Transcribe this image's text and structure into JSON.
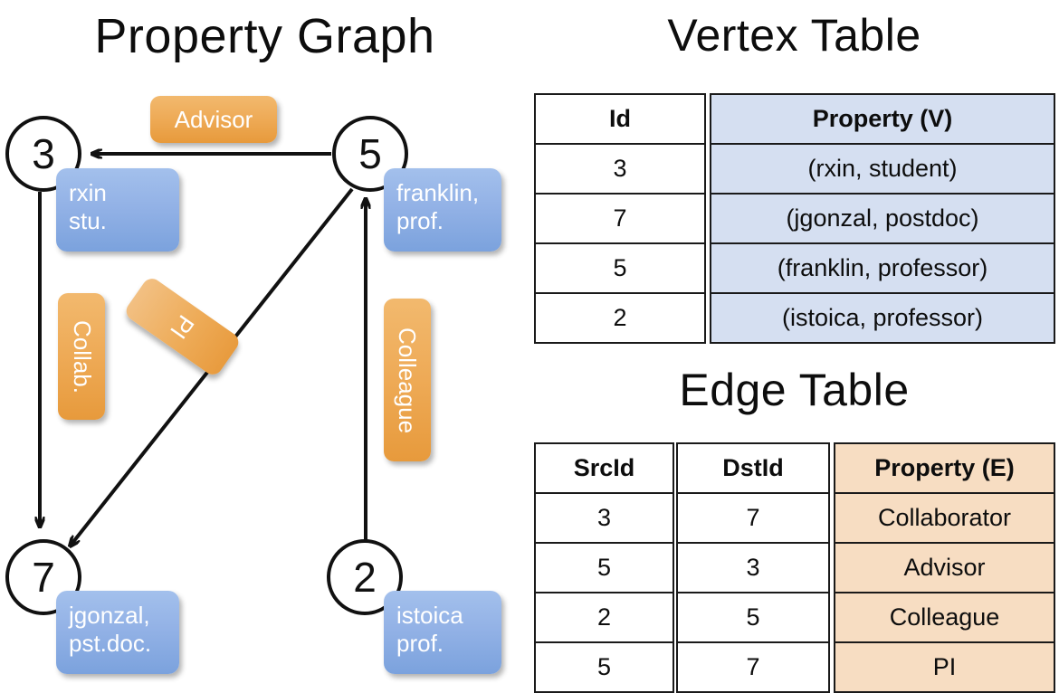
{
  "titles": {
    "property_graph": "Property Graph",
    "vertex_table": "Vertex Table",
    "edge_table": "Edge Table"
  },
  "graph": {
    "nodes": [
      {
        "id": "3",
        "property_line1": "rxin",
        "property_line2": "stu."
      },
      {
        "id": "5",
        "property_line1": "franklin,",
        "property_line2": "prof."
      },
      {
        "id": "7",
        "property_line1": "jgonzal,",
        "property_line2": "pst.doc."
      },
      {
        "id": "2",
        "property_line1": "istoica",
        "property_line2": "prof."
      }
    ],
    "edge_labels": [
      {
        "name": "advisor",
        "text": "Advisor"
      },
      {
        "name": "collab",
        "text": "Collab."
      },
      {
        "name": "pi",
        "text": "PI"
      },
      {
        "name": "colleague",
        "text": "Colleague"
      }
    ]
  },
  "vertex_table": {
    "headers": [
      "Id",
      "Property (V)"
    ],
    "rows": [
      {
        "id": "3",
        "property": "(rxin, student)"
      },
      {
        "id": "7",
        "property": "(jgonzal, postdoc)"
      },
      {
        "id": "5",
        "property": "(franklin, professor)"
      },
      {
        "id": "2",
        "property": "(istoica, professor)"
      }
    ]
  },
  "edge_table": {
    "headers": [
      "SrcId",
      "DstId",
      "Property (E)"
    ],
    "rows": [
      {
        "src": "3",
        "dst": "7",
        "property": "Collaborator"
      },
      {
        "src": "5",
        "dst": "3",
        "property": "Advisor"
      },
      {
        "src": "2",
        "dst": "5",
        "property": "Colleague"
      },
      {
        "src": "5",
        "dst": "7",
        "property": "PI"
      }
    ]
  },
  "colors": {
    "vertex_property_fill": "#d5dff1",
    "edge_property_fill": "#f7ddc2",
    "node_callout": "#93b2e6",
    "edge_callout": "#eeaa56",
    "stroke": "#111111"
  }
}
